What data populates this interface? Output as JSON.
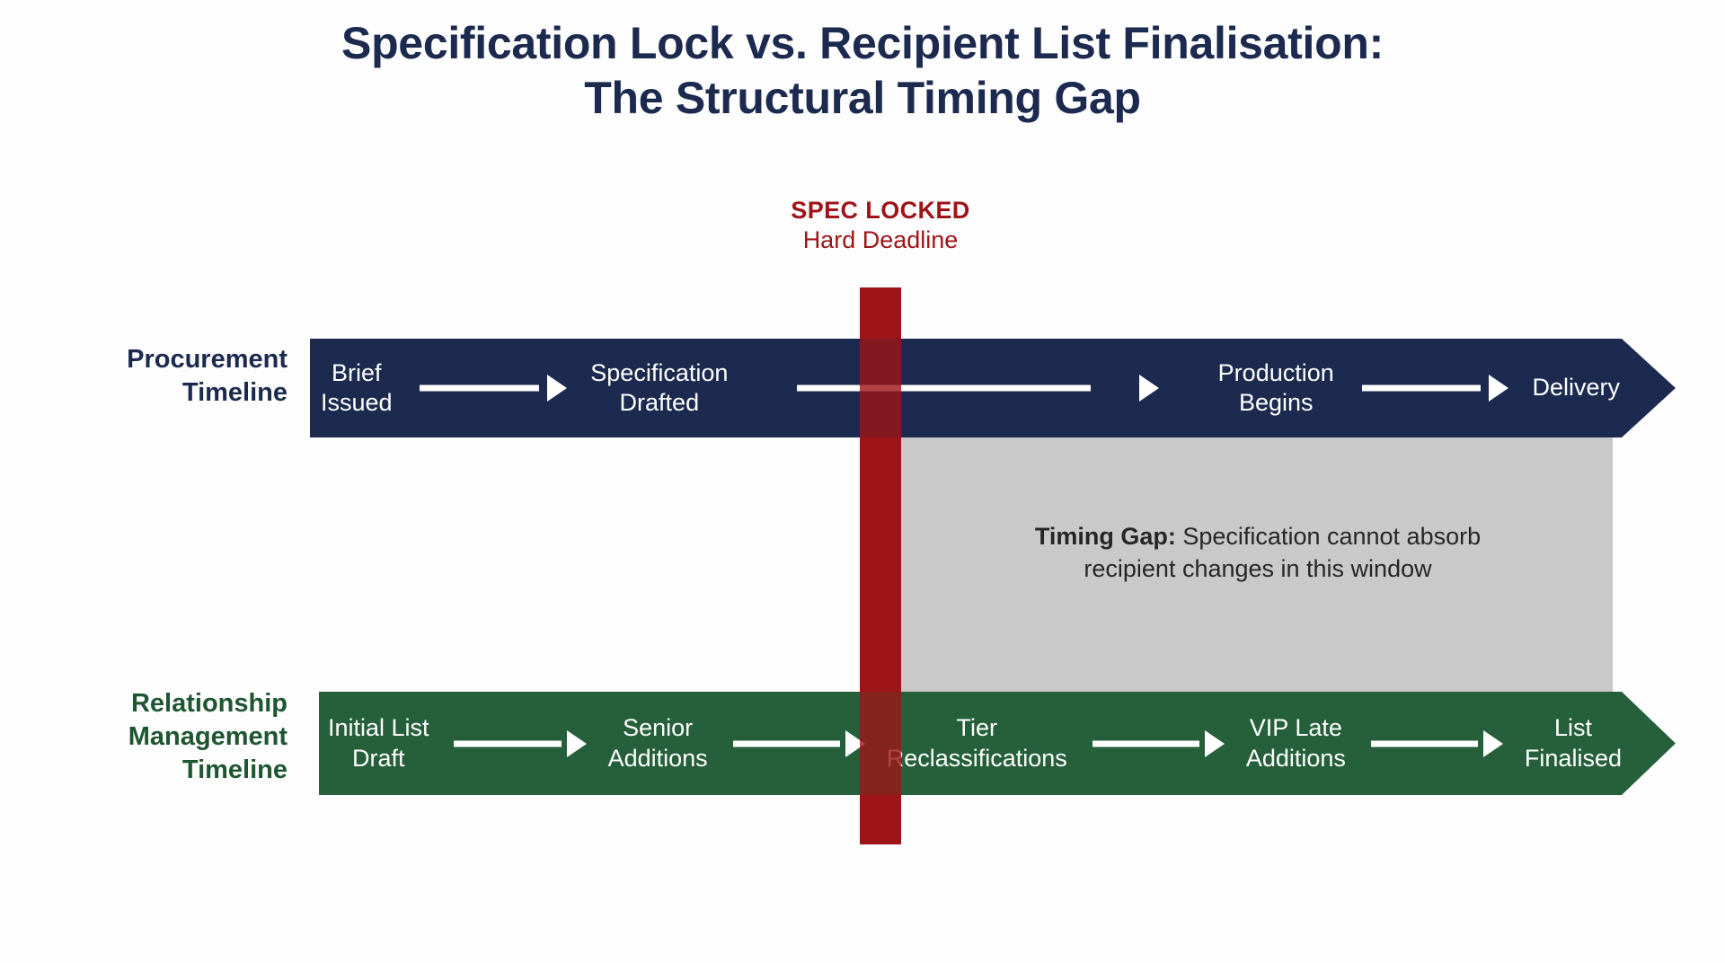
{
  "title": {
    "line1": "Specification Lock vs. Recipient List Finalisation:",
    "line2": "The Structural Timing Gap"
  },
  "colors": {
    "procurement_navy": "#1b2a4e",
    "relationship_green": "#25603a",
    "deadline_red": "#9e1418",
    "gap_gray": "#c9c9c9",
    "background": "#fdfdfd",
    "title_navy": "#1b2a4e",
    "gap_text": "#262626"
  },
  "deadline_marker": {
    "headline": "SPEC LOCKED",
    "subline": "Hard Deadline"
  },
  "timing_gap": {
    "label": "Timing Gap:",
    "text": " Specification cannot absorb",
    "line2": "recipient changes in this window"
  },
  "rows": [
    {
      "id": "procurement",
      "label_lines": [
        "Procurement",
        "Timeline"
      ],
      "stages": [
        "Brief\nIssued",
        "Specification\nDrafted",
        "Production\nBegins",
        "Delivery"
      ]
    },
    {
      "id": "relationship",
      "label_lines": [
        "Relationship",
        "Management",
        "Timeline"
      ],
      "stages": [
        "Initial List\nDraft",
        "Senior\nAdditions",
        "Tier\nReclassifications",
        "VIP Late\nAdditions",
        "List\nFinalised"
      ]
    }
  ]
}
